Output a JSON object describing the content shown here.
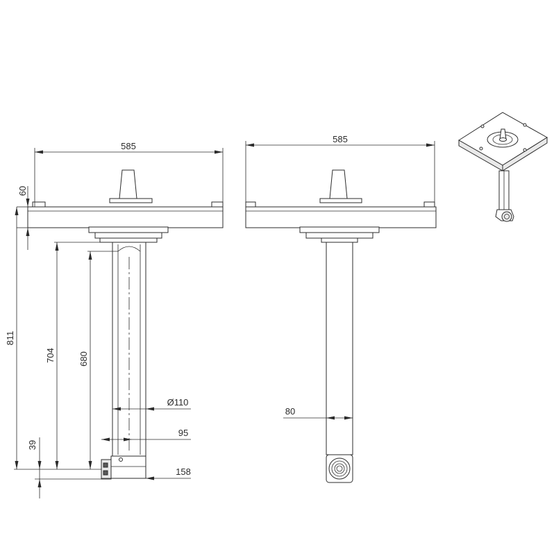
{
  "drawing": {
    "front_view": {
      "width_label": "585",
      "top_plate_label": "60",
      "total_height_label": "811",
      "tube_length_label": "704",
      "inner_length_label": "680",
      "diameter_label": "Ø110",
      "inner_width_label": "95",
      "bottom_height_label": "39",
      "bottom_width_label": "158"
    },
    "side_view": {
      "width_label": "585",
      "tube_width_label": "80"
    },
    "iso_view": {}
  }
}
